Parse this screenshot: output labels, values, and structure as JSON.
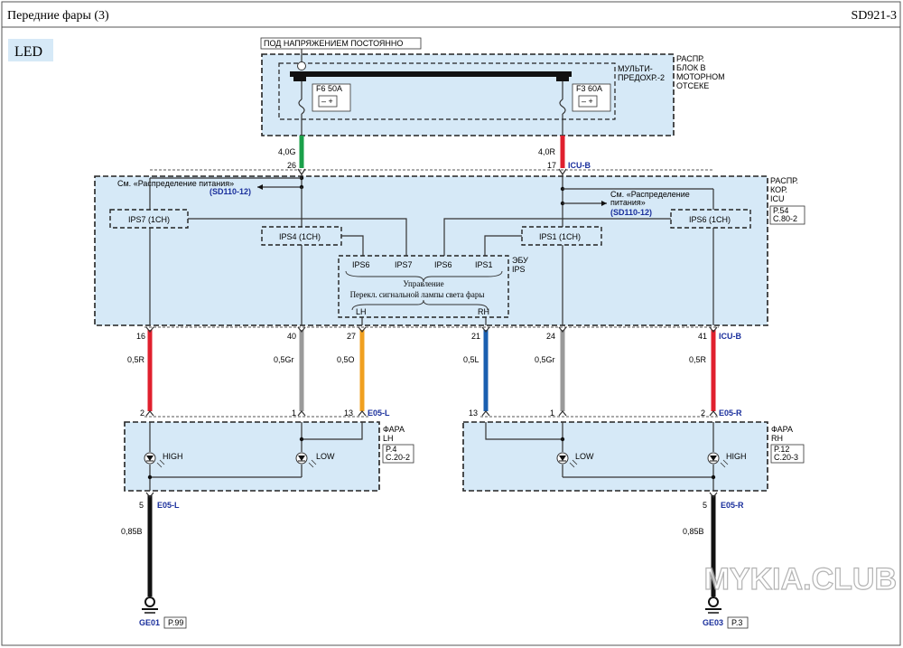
{
  "header": {
    "title": "Передние фары (3)",
    "code": "SD921-3"
  },
  "variant_tag": "LED",
  "power": {
    "label": "ПОД НАПРЯЖЕНИЕМ ПОСТОЯННО",
    "junction_box": [
      "РАСПР.",
      "БЛОК В",
      "МОТОРНОМ",
      "ОТСЕКЕ"
    ],
    "multi_fuse": [
      "МУЛЬТИ-",
      "ПРЕДОХР.-2"
    ],
    "fuse_left": "F6 50A",
    "fuse_right": "F3 60A"
  },
  "wires_top": {
    "left": {
      "spec": "4,0G",
      "pin": "26",
      "color": "#1aa04a"
    },
    "right": {
      "spec": "4,0R",
      "pin": "17",
      "color": "#e0202e",
      "conn": "ICU-B"
    }
  },
  "icu": {
    "label": [
      "РАСПР.",
      "КОР.",
      "ICU"
    ],
    "ref": [
      "P.54",
      "C.80-2"
    ],
    "see_left": "См. «Распределение питания»",
    "see_left_code": "(SD110-12)",
    "see_right": [
      "См. «Распределение",
      "питания»"
    ],
    "see_right_code": "(SD110-12)",
    "ips": {
      "ips7": "IPS7 (1CH)",
      "ips4": "IPS4 (1CH)",
      "ips1": "IPS1 (1CH)",
      "ips6": "IPS6 (1CH)"
    },
    "ecu": {
      "label": [
        "ЭБУ",
        "IPS"
      ],
      "inputs": [
        "IPS6",
        "IPS7",
        "IPS6",
        "IPS1"
      ],
      "control": "Управление",
      "switch": "Перекл. сигнальной лампы света фары",
      "lh": "LH",
      "rh": "RH"
    }
  },
  "wires_mid": [
    {
      "pin": "16",
      "spec": "0,5R",
      "color": "#e0202e",
      "pin_bottom": "2"
    },
    {
      "pin": "40",
      "spec": "0,5Gr",
      "color": "#9a9a9a",
      "pin_bottom": "1"
    },
    {
      "pin": "27",
      "spec": "0,5O",
      "color": "#f0a020",
      "pin_bottom": "13",
      "conn_bottom": "E05-L"
    },
    {
      "pin": "21",
      "spec": "0,5L",
      "color": "#1a5fb0",
      "pin_bottom": "13"
    },
    {
      "pin": "24",
      "spec": "0,5Gr",
      "color": "#9a9a9a",
      "pin_bottom": "1"
    },
    {
      "pin": "41",
      "spec": "0,5R",
      "color": "#e0202e",
      "pin_bottom": "2",
      "conn": "ICU-B",
      "conn_bottom": "E05-R"
    }
  ],
  "lamps": {
    "lh": {
      "label": [
        "ФАРА",
        "LH"
      ],
      "ref": [
        "P.4",
        "C.20-2"
      ],
      "high": "HIGH",
      "low": "LOW"
    },
    "rh": {
      "label": [
        "ФАРА",
        "RH"
      ],
      "ref": [
        "P.12",
        "C.20-3"
      ],
      "high": "HIGH",
      "low": "LOW"
    }
  },
  "grounds": {
    "left": {
      "pin": "5",
      "conn": "E05-L",
      "spec": "0,85B",
      "ground": "GE01",
      "page": "P.99"
    },
    "right": {
      "pin": "5",
      "conn": "E05-R",
      "spec": "0,85B",
      "ground": "GE03",
      "page": "P.3"
    }
  },
  "watermark": "MYKIA.CLUB"
}
